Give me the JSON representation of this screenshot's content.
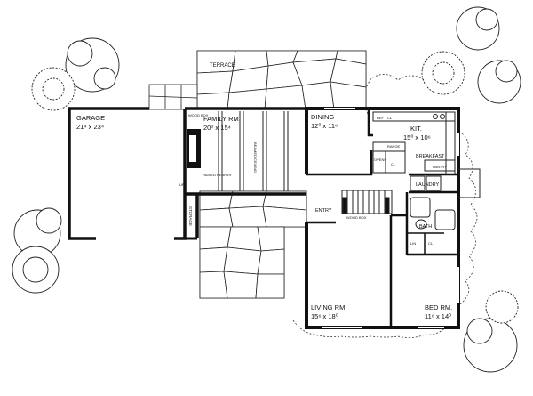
{
  "rooms": {
    "terrace": "TERRACE",
    "garage": "GARAGE",
    "garage_dim": "21⁴ x 23⁴",
    "wood_box_1": "WOOD BOX",
    "family": "FAMILY RM.",
    "family_dim": "20⁰ x 15⁴",
    "beamed_ceiling": "BEAMED CEILING",
    "raised_hearth": "RAISED HEARTH",
    "up": "UP",
    "storage": "STORAGE",
    "dining": "DINING",
    "dining_dim": "12⁰ x 11⁶",
    "ref": "REF",
    "cl_1": "CL",
    "kit": "KIT.",
    "kit_dim": "15⁰ x 10⁶",
    "range": "RANGE",
    "ovens": "OVENS",
    "cl_2": "CL",
    "breakfast": "BREAKFAST",
    "pantry": "PANTRY",
    "laundry": "LAUNDRY",
    "entry": "ENTRY",
    "wood_box_2": "WOOD BOX",
    "bath": "BATH",
    "lin": "LIN",
    "cl_3": "CL",
    "living": "LIVING RM.",
    "living_dim": "15⁶ x 18⁰",
    "bed": "BED RM.",
    "bed_dim": "11⁶ x 14⁰"
  }
}
